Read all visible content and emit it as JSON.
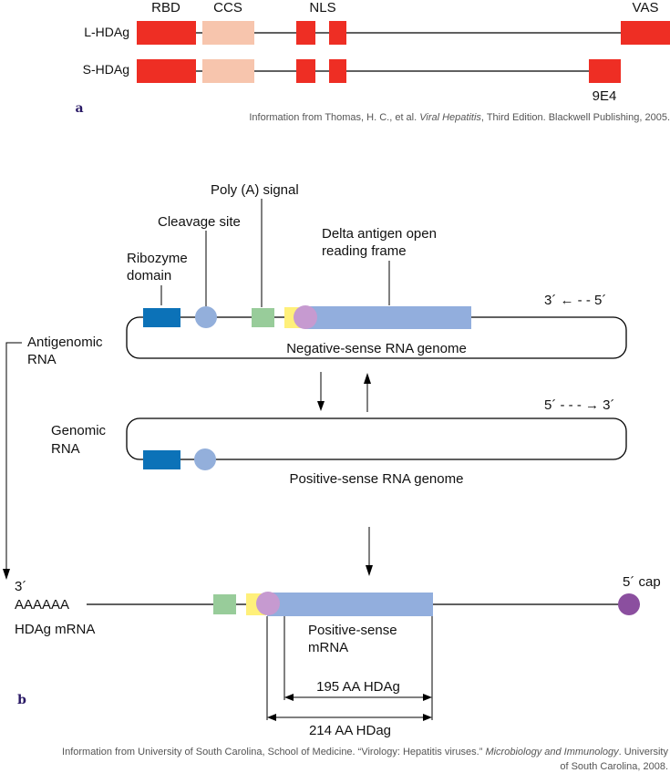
{
  "panel_a": {
    "letter": "a",
    "domain_labels": {
      "rbd": "RBD",
      "ccs": "CCS",
      "nls": "NLS",
      "vas": "VAS",
      "epitope": "9E4"
    },
    "rows": [
      {
        "label": "L-HDAg"
      },
      {
        "label": "S-HDAg"
      }
    ],
    "source": {
      "before": "Information from Thomas, H. C., et al. ",
      "italic": "Viral Hepatitis",
      "after": ", Third Edition. Blackwell Publishing, 2005."
    }
  },
  "panel_b": {
    "letter": "b",
    "labels": {
      "poly_a": "Poly (A) signal",
      "cleavage": "Cleavage site",
      "orf_line1": "Delta antigen open",
      "orf_line2": "reading frame",
      "ribozyme_line1": "Ribozyme",
      "ribozyme_line2": "domain",
      "dir_neg": "3´ ← - - 5´",
      "dir_pos": "5´ - - - → 3´",
      "antigenomic_line1": "Antigenomic",
      "antigenomic_line2": "RNA",
      "negative_genome": "Negative-sense RNA genome",
      "genomic_line1": "Genomic",
      "genomic_line2": "RNA",
      "positive_genome": "Positive-sense RNA genome",
      "three_prime": "3´",
      "polya_tail": "AAAAAA",
      "hdag_mrna": "HDAg mRNA",
      "five_cap": "5´ cap",
      "pos_mrna_line1": "Positive-sense",
      "pos_mrna_line2": "mRNA",
      "aa195": "195 AA HDAg",
      "aa214": "214 AA HDag"
    },
    "source": {
      "before": "Information from University of South Carolina, School of Medicine. “Virology: Hepatitis viruses.” ",
      "italic": "Microbiology and Immunology",
      "after": ". University",
      "line2": "of South Carolina, 2008."
    }
  },
  "colors": {
    "domain_red": "#ee2e24",
    "ccs_peach": "#f7c5ad",
    "ribozyme_blue": "#0c72b8",
    "cleavage_circle": "#93afdb",
    "polya_green": "#98cc9a",
    "start_yellow": "#fff07a",
    "start_circle": "#c69ad0",
    "orf_bar": "#92aedd",
    "cap_purple": "#8b4f9f"
  }
}
